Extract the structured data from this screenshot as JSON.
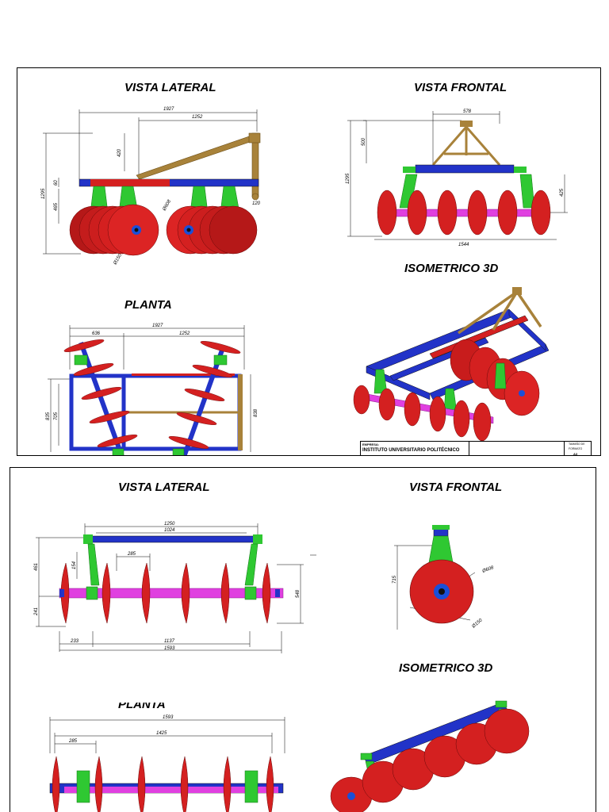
{
  "sheet1": {
    "titles": {
      "lateral": "VISTA LATERAL",
      "frontal": "VISTA  FRONTAL",
      "iso": "ISOMETRICO 3D",
      "planta": "PLANTA"
    },
    "dims": {
      "lat_1927": "1927",
      "lat_1252": "1252",
      "lat_420": "420",
      "lat_1295": "1295",
      "lat_60": "60",
      "lat_465": "465",
      "lat_608": "Ø608",
      "lat_150": "Ø150",
      "lat_120": "120",
      "fr_578": "578",
      "fr_500": "500",
      "fr_1295": "1295",
      "fr_425": "425",
      "fr_1544": "1544",
      "pl_1927": "1927",
      "pl_636": "636",
      "pl_1252": "1252",
      "pl_835": "835",
      "pl_705": "705",
      "pl_838": "838"
    },
    "title_block": {
      "label": "EMPRESA:",
      "company": "INSTITUTO UNIVERSITARIO POLITÉCNICO",
      "right1": "TAMAÑO DE",
      "right2": "FORMATO",
      "right3": "A3"
    }
  },
  "sheet2": {
    "titles": {
      "lateral": "VISTA LATERAL",
      "frontal": "VISTA  FRONTAL",
      "iso": "ISOMETRICO 3D",
      "planta": "PLANTA"
    },
    "dims": {
      "lat_1250": "1250",
      "lat_1024": "1024",
      "lat_285": "285",
      "lat_461": "461",
      "lat_154": "154",
      "lat_241": "241",
      "lat_548": "548",
      "lat_233": "233",
      "lat_1137": "1137",
      "lat_1593": "1593",
      "fr_715": "715",
      "fr_608": "Ø608",
      "fr_150": "Ø150",
      "pl_1593": "1593",
      "pl_1425": "1425",
      "pl_285": "285"
    }
  },
  "colors": {
    "disc": "#d42020",
    "disc_dark": "#8a0e0e",
    "frame_blue": "#2233c8",
    "shaft_magenta": "#e040e0",
    "bracket_green": "#2fc832",
    "hitch_tan": "#a8823a",
    "frame_red": "#d42020"
  }
}
